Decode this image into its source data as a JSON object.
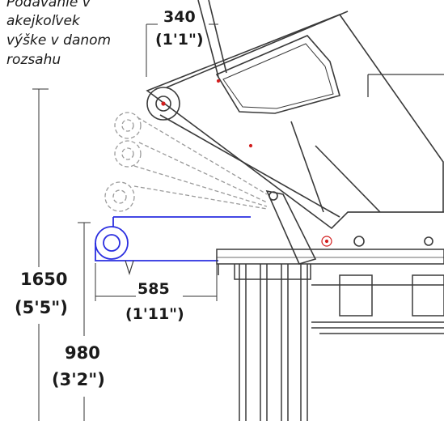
{
  "note": {
    "line1": "Podávanie v",
    "line2": "akejkoľvek",
    "line3": "výške v danom",
    "line4": "rozsahu"
  },
  "dimensions": {
    "top_width": {
      "mm": "340",
      "ftin": "(1'1\")"
    },
    "conveyor_length": {
      "mm": "585",
      "ftin": "(1'11\")"
    },
    "max_height": {
      "mm": "1650",
      "ftin": "(5'5\")"
    },
    "min_height": {
      "mm": "980",
      "ftin": "(3'2\")"
    }
  },
  "colors": {
    "line": "#3a3a3a",
    "ghost": "#9a9a9a",
    "highlight": "#2a2ee0",
    "accent": "#d21f1f"
  }
}
